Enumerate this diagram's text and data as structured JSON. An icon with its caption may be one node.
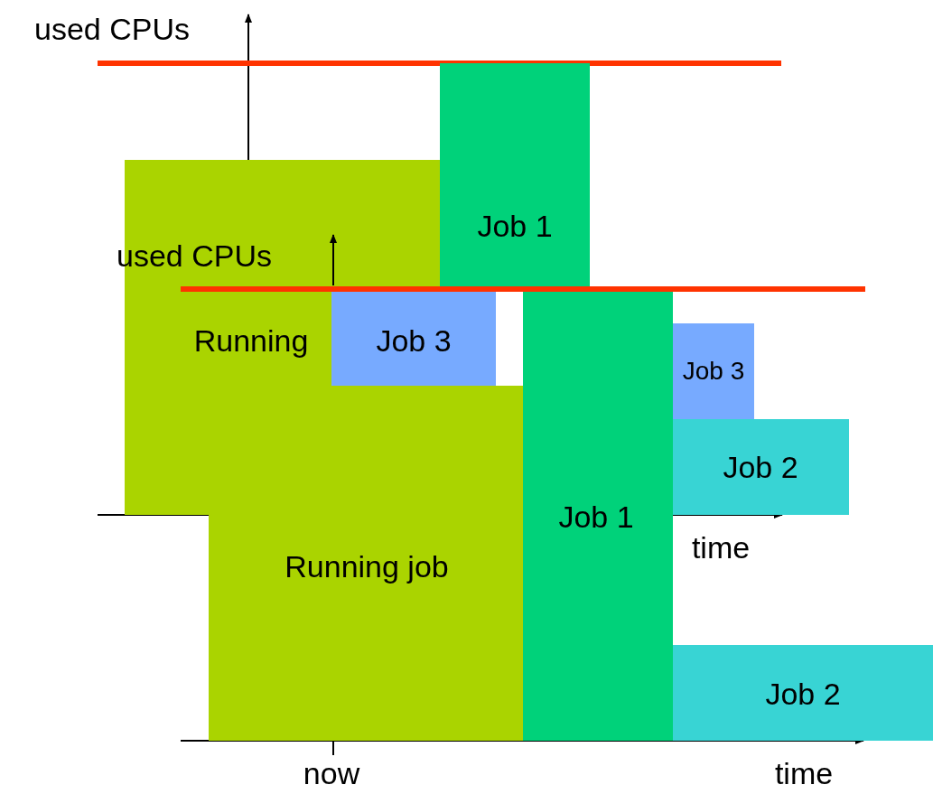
{
  "diagram": {
    "nodes": [
      {
        "text": [
          "Running"
        ]
      },
      {
        "text": [
          "Job 1"
        ]
      },
      {
        "text": [
          "Job 3"
        ]
      },
      {
        "text": [
          "Job 2"
        ]
      },
      {
        "text": [
          "Running job"
        ]
      },
      {
        "text": [
          "Job 3"
        ]
      },
      {
        "text": [
          "Job 1"
        ]
      },
      {
        "text": [
          "Job 2"
        ]
      }
    ],
    "labels": [
      "used CPUs",
      "time",
      "used CPUs",
      "now",
      "time"
    ]
  }
}
